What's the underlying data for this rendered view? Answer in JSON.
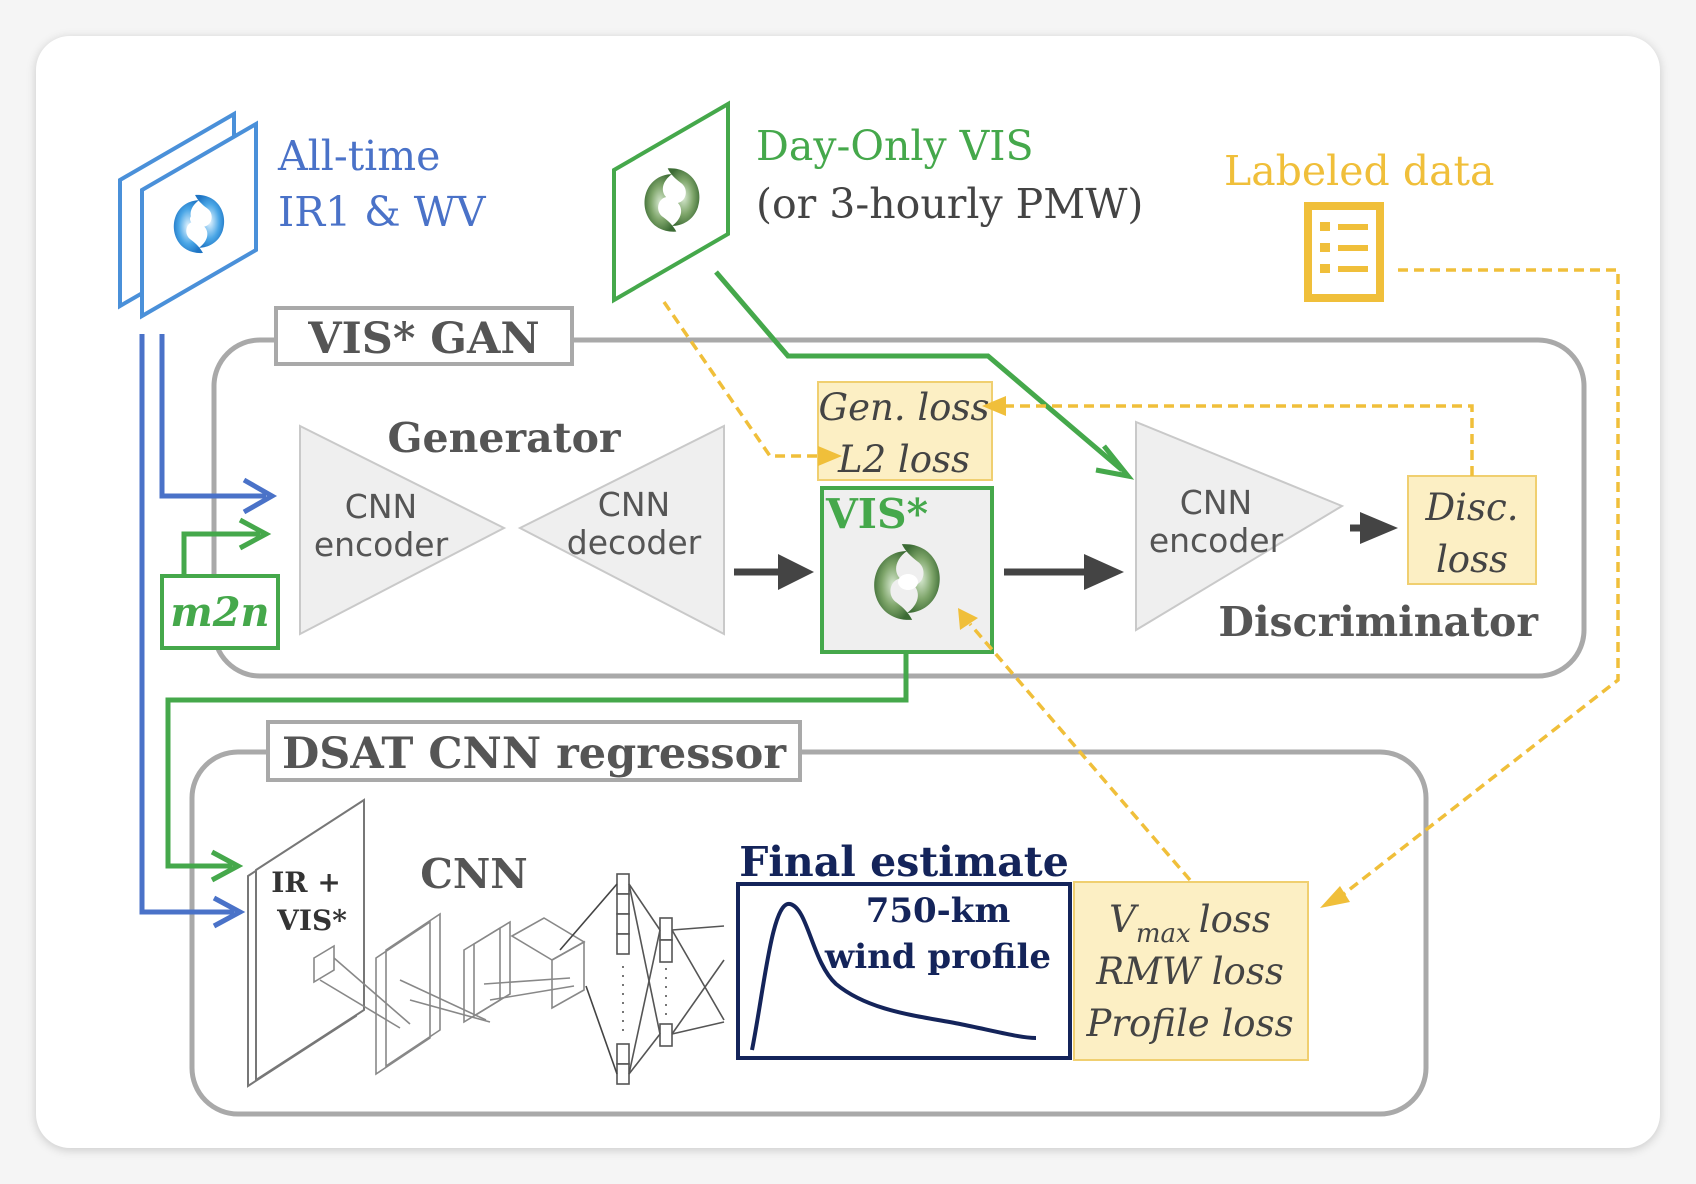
{
  "colors": {
    "blue": "#4a72c8",
    "green": "#45a84b",
    "orange": "#f0bf3a",
    "gray_box": "#a9a9a9",
    "label_gray": "#555555",
    "navy": "#14245a",
    "loss_fill": "#fcefc4",
    "trap_fill": "#efefef"
  },
  "inputs": {
    "ir": {
      "line1": "All-time",
      "line2": "IR1 & WV",
      "icon": "cyclone-icon"
    },
    "vis": {
      "line1": "Day-Only VIS",
      "line2": "(or 3-hourly PMW)",
      "icon": "cyclone-icon"
    },
    "labeled": {
      "label": "Labeled data",
      "icon": "document-list-icon"
    }
  },
  "gan": {
    "title": "VIS* GAN",
    "generator_label": "Generator",
    "encoder_line1": "CNN",
    "encoder_line2": "encoder",
    "decoder_line1": "CNN",
    "decoder_line2": "decoder",
    "m2n": "m2n",
    "gen_loss": "Gen. loss",
    "l2_loss": "L2 loss",
    "vis_star": "VIS*",
    "disc_encoder_line1": "CNN",
    "disc_encoder_line2": "encoder",
    "disc_loss_line1": "Disc.",
    "disc_loss_line2": "loss",
    "discriminator_label": "Discriminator"
  },
  "dsat": {
    "title": "DSAT CNN regressor",
    "input_line1": "IR +",
    "input_line2": "VIS*",
    "cnn_label": "CNN",
    "final_estimate": "Final estimate",
    "profile_line1": "750-km",
    "profile_line2": "wind profile",
    "loss_vmax": "V",
    "loss_vmax_sub": "max",
    "loss_vmax_suffix": "loss",
    "loss_rmw": "RMW loss",
    "loss_profile": "Profile loss"
  }
}
